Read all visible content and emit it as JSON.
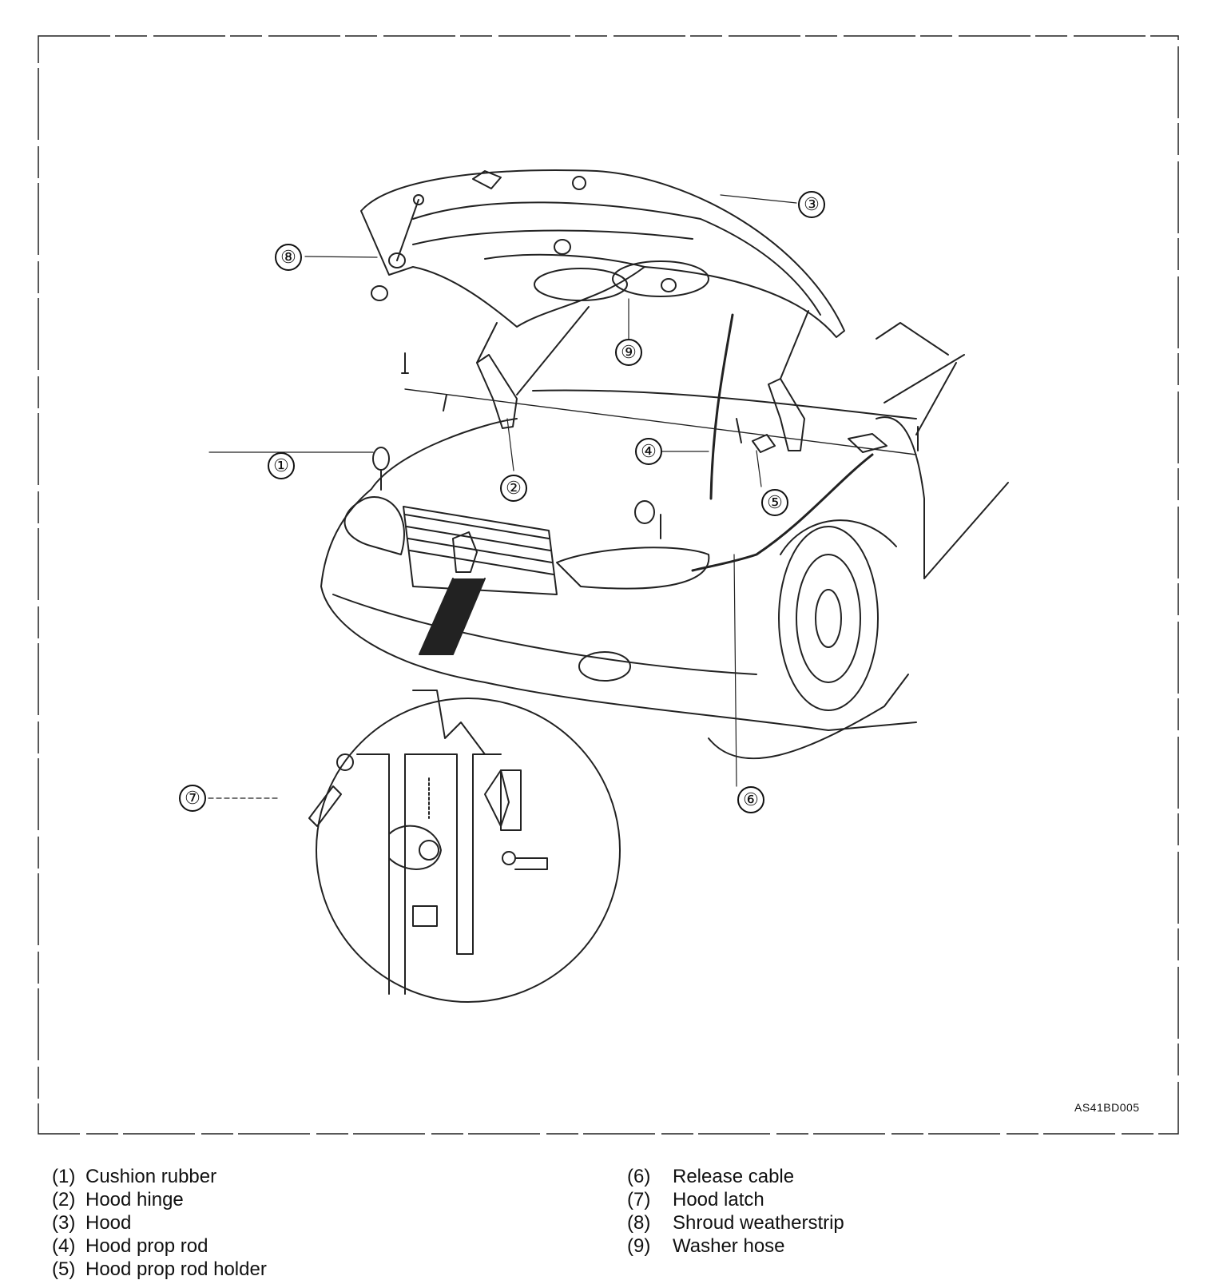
{
  "diagram": {
    "callouts": [
      {
        "id": "1",
        "label": "①"
      },
      {
        "id": "2",
        "label": "②"
      },
      {
        "id": "3",
        "label": "③"
      },
      {
        "id": "4",
        "label": "④"
      },
      {
        "id": "5",
        "label": "⑤"
      },
      {
        "id": "6",
        "label": "⑥"
      },
      {
        "id": "7",
        "label": "⑦"
      },
      {
        "id": "8",
        "label": "⑧"
      },
      {
        "id": "9",
        "label": "⑨"
      }
    ],
    "drawing_code": "AS41BD005"
  },
  "legend": {
    "left": [
      {
        "num": "(1)",
        "text": "Cushion rubber"
      },
      {
        "num": "(2)",
        "text": "Hood hinge"
      },
      {
        "num": "(3)",
        "text": "Hood"
      },
      {
        "num": "(4)",
        "text": "Hood prop rod"
      },
      {
        "num": "(5)",
        "text": "Hood prop rod holder"
      }
    ],
    "right": [
      {
        "num": "(6)",
        "text": "Release cable"
      },
      {
        "num": "(7)",
        "text": "Hood latch"
      },
      {
        "num": "(8)",
        "text": "Shroud weatherstrip"
      },
      {
        "num": "(9)",
        "text": "Washer hose"
      }
    ]
  }
}
